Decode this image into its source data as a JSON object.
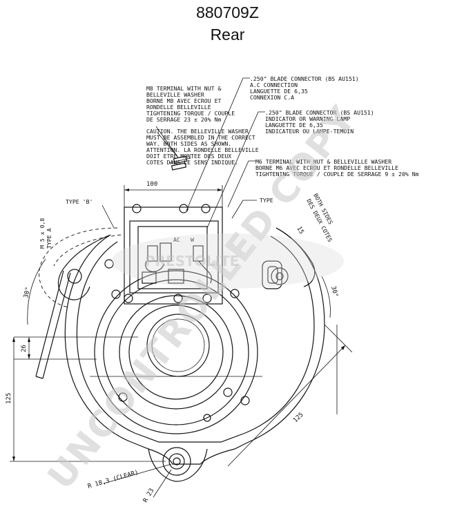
{
  "header": {
    "part_number": "880709Z",
    "view": "Rear"
  },
  "annotations": {
    "m8_terminal": [
      "M8 TERMINAL WITH NUT &",
      "BELLEVILLE WASHER",
      "BORNE M8 AVEC ECROU ET",
      "RONDELLE BELLEVILLE",
      "TIGHTENING TORQUE / COUPLE",
      "DE SERRAGE 23 ± 20% Nm"
    ],
    "caution": [
      "CAUTION. THE BELLEVILLE WASHER",
      "MUST BE ASSEMBLED IN THE CORRECT",
      "WAY. BOTH SIDES AS SHOWN.",
      "ATTENTION. LA RONDELLE BELLEVILLE",
      "DOIT ETRE MONTEE DES DEUX",
      "COTES DANS LE SENS INDIQUE."
    ],
    "blade_ac": [
      ".250\" BLADE CONNECTOR (BS AU151)",
      "A.C CONNECTION",
      "LANGUETTE DE 6,35",
      "CONNEXION C.A"
    ],
    "blade_ind": [
      ".250\" BLADE CONNECTOR (BS AU151)",
      "INDICATOR OR WARNING LAMP",
      "LANGUETTE DE 6,35",
      "INDICATEUR OU LAMPE-TEMOIN"
    ],
    "m6_terminal": [
      "M6 TERMINAL WITH NUT & BELLEVILLE WASHER",
      "BORNE M6 AVEC ECROU ET RONDELLE BELLEVILLE",
      "TIGHTENING TORQUE / COUPLE DE SERRAGE 9 ± 20% Nm"
    ],
    "both_sides": [
      "BOTH SIDES",
      "DES DEUX COTES"
    ],
    "type_b": "TYPE 'B'",
    "type_a": "TYPE",
    "thread": [
      "M 5 x 0,8",
      "TYPE A"
    ],
    "ac_label": "AC",
    "w_label": "W"
  },
  "dimensions": {
    "d100": "100",
    "d30_left": "30°",
    "d30_right": "30°",
    "d26": "26",
    "d125_left": "125",
    "d125_bottom": "125",
    "radius_clear": "R 18,3 (CLEAR)",
    "radius_23": "R 23",
    "d15": "15"
  },
  "watermark": {
    "main": "UNCONTROLLED COPY",
    "brand": "PRESTOLITE"
  }
}
